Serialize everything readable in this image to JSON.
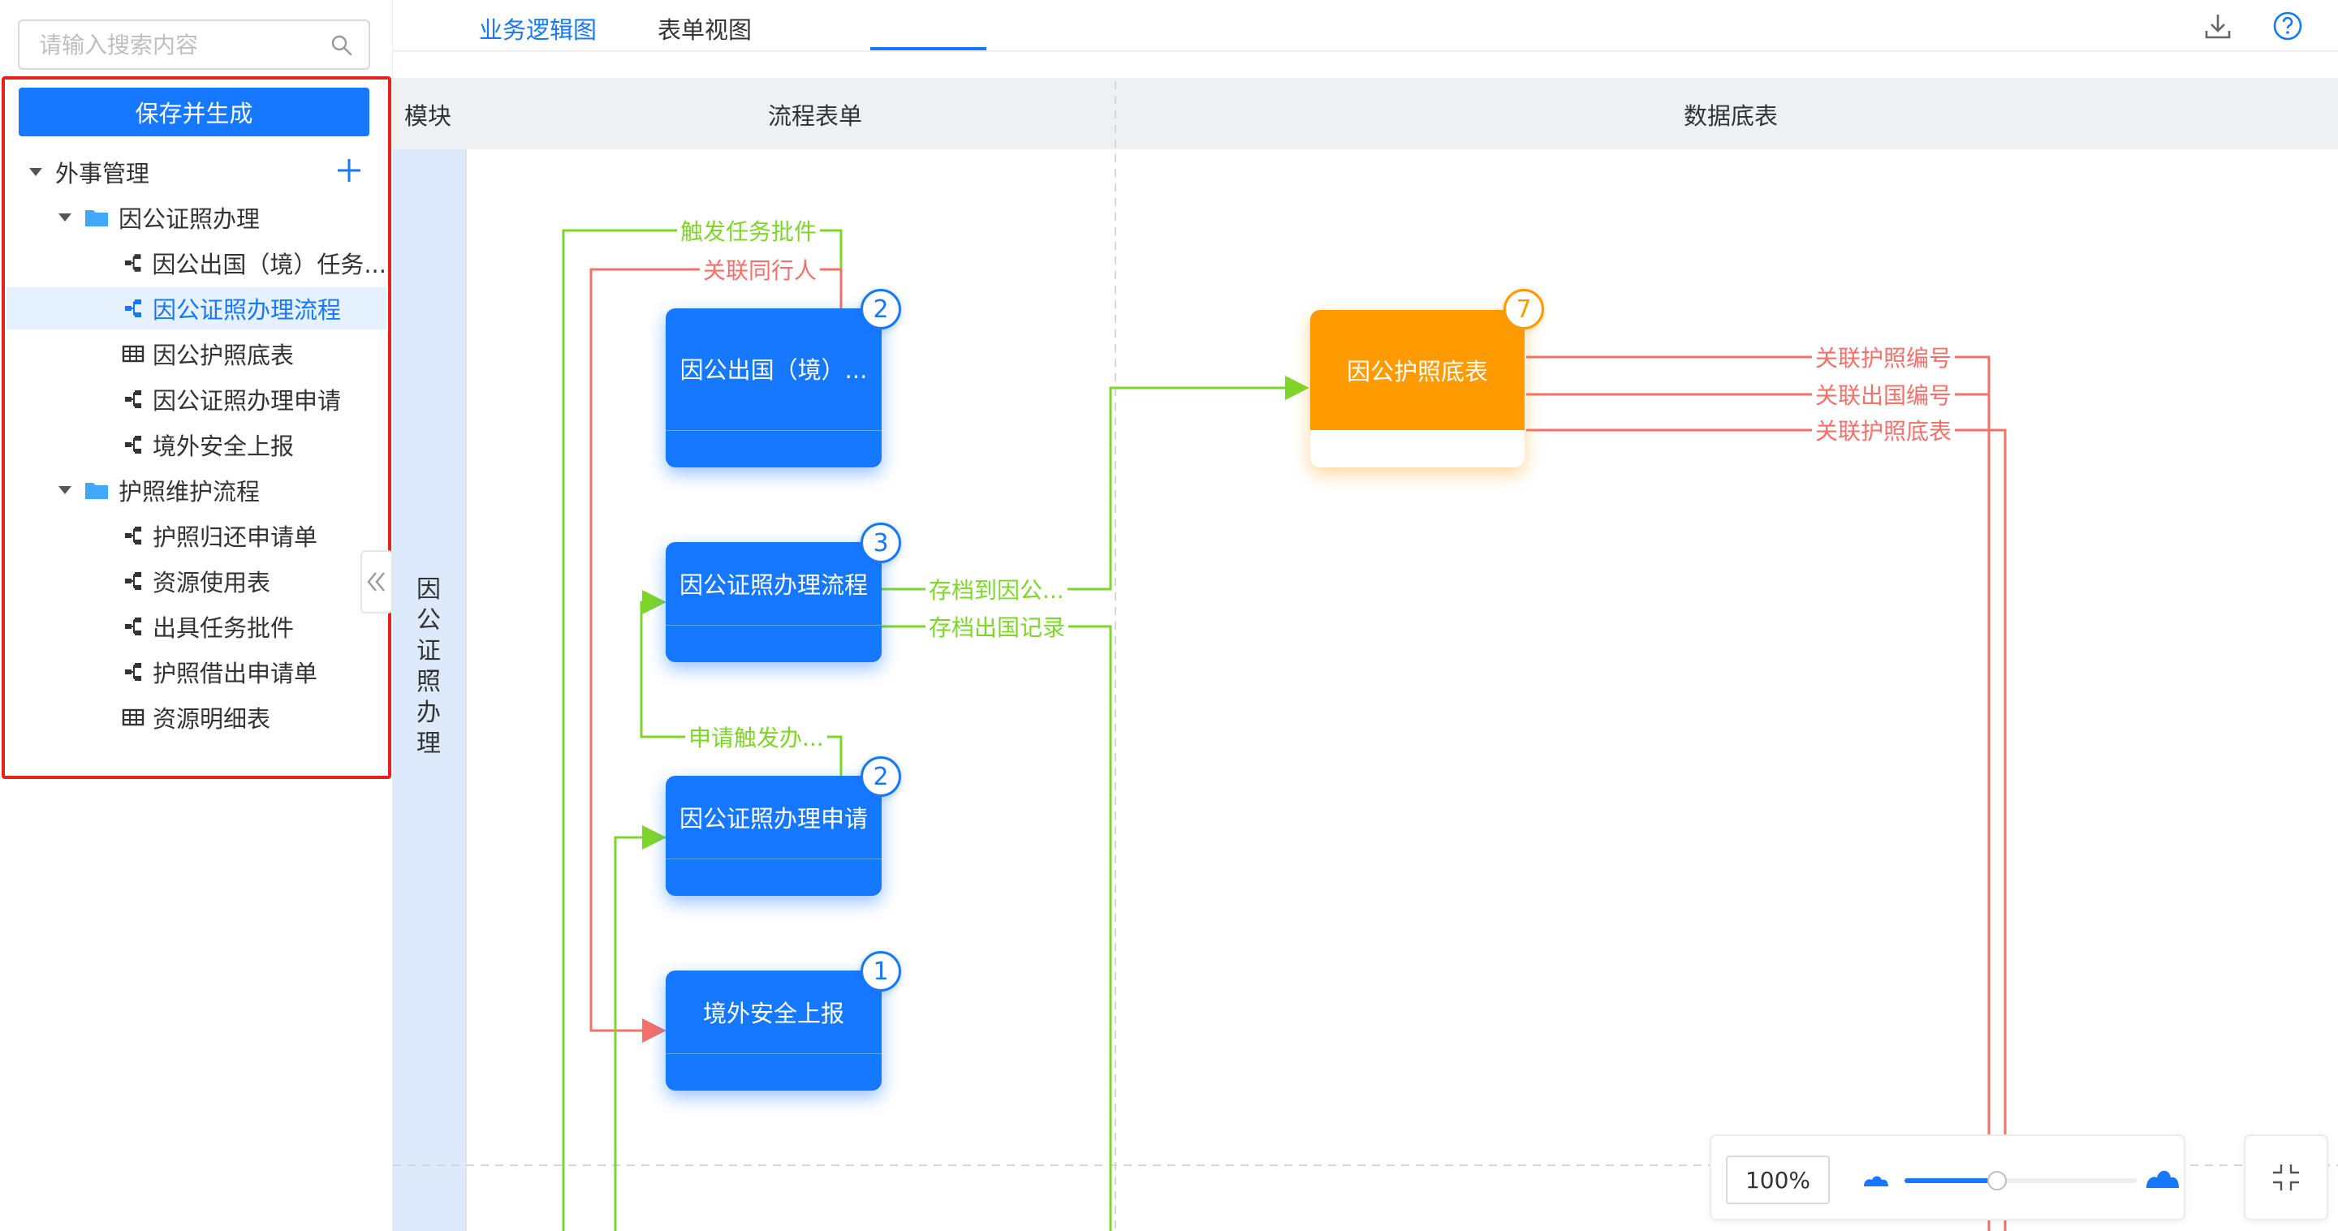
{
  "search": {
    "placeholder": "请输入搜索内容"
  },
  "sidebar": {
    "save_label": "保存并生成",
    "root": {
      "label": "外事管理"
    },
    "groups": [
      {
        "label": "因公证照办理",
        "items": [
          {
            "label": "因公出国（境）任务...",
            "type": "flow",
            "selected": false
          },
          {
            "label": "因公证照办理流程",
            "type": "flow",
            "selected": true
          },
          {
            "label": "因公护照底表",
            "type": "table",
            "selected": false
          },
          {
            "label": "因公证照办理申请",
            "type": "flow",
            "selected": false
          },
          {
            "label": "境外安全上报",
            "type": "flow",
            "selected": false
          }
        ]
      },
      {
        "label": "护照维护流程",
        "items": [
          {
            "label": "护照归还申请单",
            "type": "flow",
            "selected": false
          },
          {
            "label": "资源使用表",
            "type": "flow",
            "selected": false
          },
          {
            "label": "出具任务批件",
            "type": "flow",
            "selected": false
          },
          {
            "label": "护照借出申请单",
            "type": "flow",
            "selected": false
          },
          {
            "label": "资源明细表",
            "type": "table",
            "selected": false
          }
        ]
      }
    ]
  },
  "tabs": [
    {
      "label": "业务逻辑图",
      "active": true
    },
    {
      "label": "表单视图",
      "active": false
    }
  ],
  "columns": {
    "module": "模块",
    "flow": "流程表单",
    "data": "数据底表"
  },
  "module_label": "因公证照办理",
  "nodes": [
    {
      "label": "因公出国（境）...",
      "badge": "2"
    },
    {
      "label": "因公证照办理流程",
      "badge": "3"
    },
    {
      "label": "因公证照办理申请",
      "badge": "2"
    },
    {
      "label": "境外安全上报",
      "badge": "1"
    }
  ],
  "data_node": {
    "label": "因公护照底表",
    "badge": "7"
  },
  "edge_labels": {
    "trigger_task": "触发任务批件",
    "related_companion": "关联同行人",
    "archive_to": "存档到因公...",
    "archive_record": "存档出国记录",
    "apply_trigger": "申请触发办...",
    "related_passport_no": "关联护照编号",
    "related_exit_no": "关联出国编号",
    "related_passport_table": "关联护照底表"
  },
  "colors": {
    "accent": "#1677ff",
    "orange": "#ff9a00",
    "green_edge": "#7fd62a",
    "red_edge": "#f5706a",
    "highlight_box": "#e5221d"
  },
  "zoom": {
    "value": "100%",
    "level": 0.4
  }
}
